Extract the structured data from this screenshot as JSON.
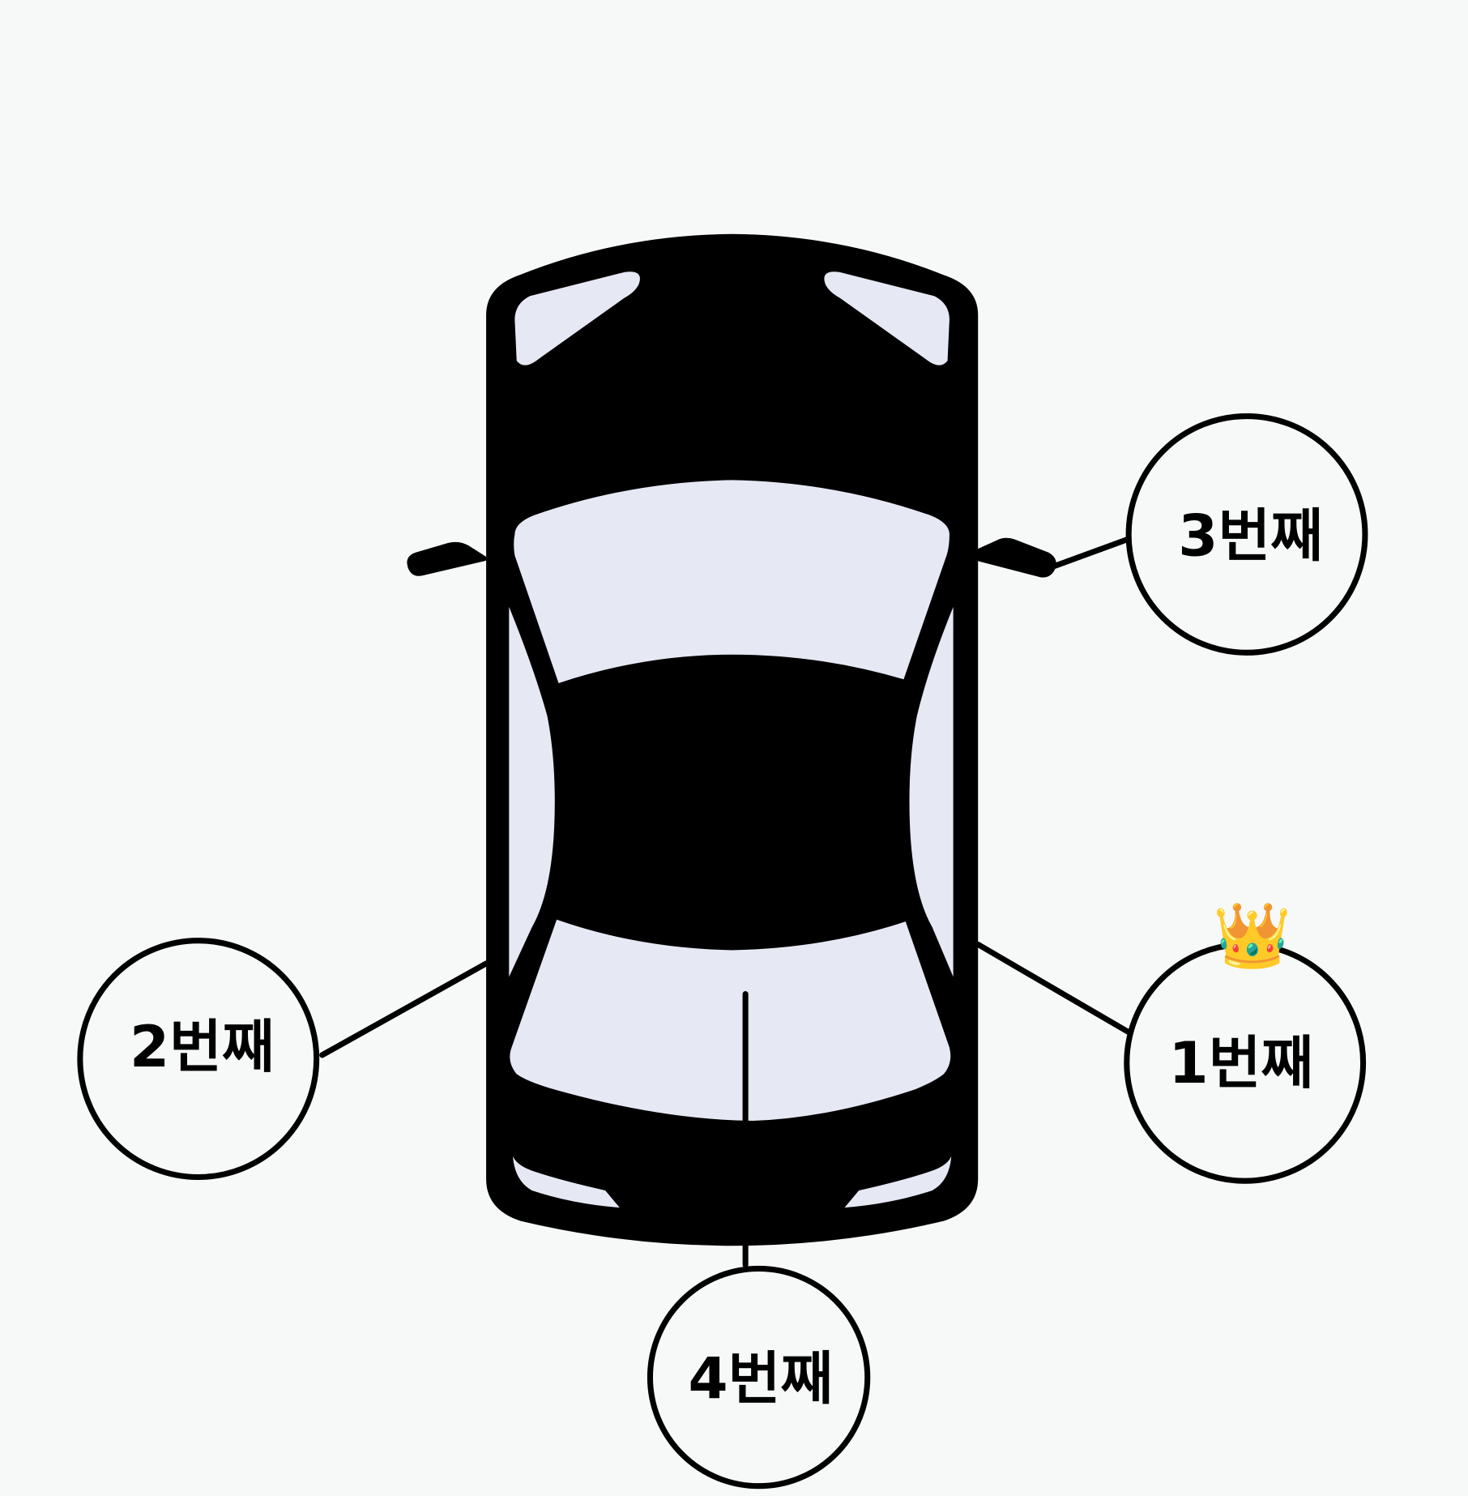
{
  "diagram": {
    "subject": "car-top-view",
    "colors": {
      "background": "#f6f9f8",
      "car_body": "#000000",
      "glass": "#e6e8f4",
      "circle_fill": "#f6f9f8",
      "stroke": "#000000"
    },
    "positions": [
      {
        "id": "front-right",
        "label": "1번째",
        "rank": 1,
        "badge": "👑"
      },
      {
        "id": "front-left",
        "label": "2번째",
        "rank": 2
      },
      {
        "id": "rear-right",
        "label": "3번째",
        "rank": 3
      },
      {
        "id": "rear-center",
        "label": "4번째",
        "rank": 4
      }
    ],
    "crown_icon": "👑"
  }
}
